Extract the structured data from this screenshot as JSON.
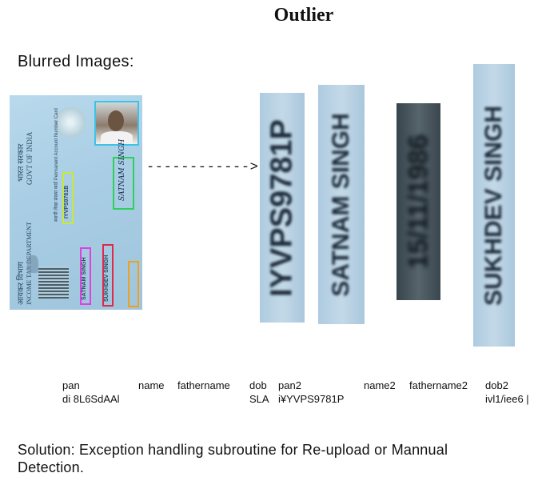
{
  "title": "Outlier",
  "section_label": "Blurred Images:",
  "card": {
    "govt_hindi": "भारत सरकार",
    "govt_english": "GOVT OF INDIA",
    "dept_hindi": "आयकर विभाग",
    "dept_english": "INCOME TAX DEPARTMENT",
    "pan_number": "IYVPS9781B",
    "pan_caption": "स्थायी लेखा संख्या कार्ड Permanent Account Number Card",
    "name": "SATNAM SINGH",
    "father_name": "SUKHDEV SINGH",
    "box_colors": {
      "photo": "#3cc3e6",
      "signature": "#2ecf5b",
      "pan": "#c8e83a",
      "name": "#e040e0",
      "father_name": "#e0284a",
      "dob": "#f0a020"
    }
  },
  "arrow": "------------>",
  "crops": [
    {
      "text": "IYVPS9781P"
    },
    {
      "text": "SATNAM SINGH"
    },
    {
      "text": "15/11/1986"
    },
    {
      "text": "SUKHDEV SINGH"
    }
  ],
  "ocr_table": {
    "headers": [
      "pan",
      "name",
      "fathername",
      "dob",
      "pan2",
      "name2",
      "fathername2",
      "dob2"
    ],
    "values": [
      "di 8L6SdAAl",
      "",
      "",
      "SLA",
      "i¥YVPS9781P",
      "",
      "",
      "ivl1/iee6 |"
    ]
  },
  "solution": "Solution:  Exception handling subroutine for Re-upload or Mannual Detection."
}
